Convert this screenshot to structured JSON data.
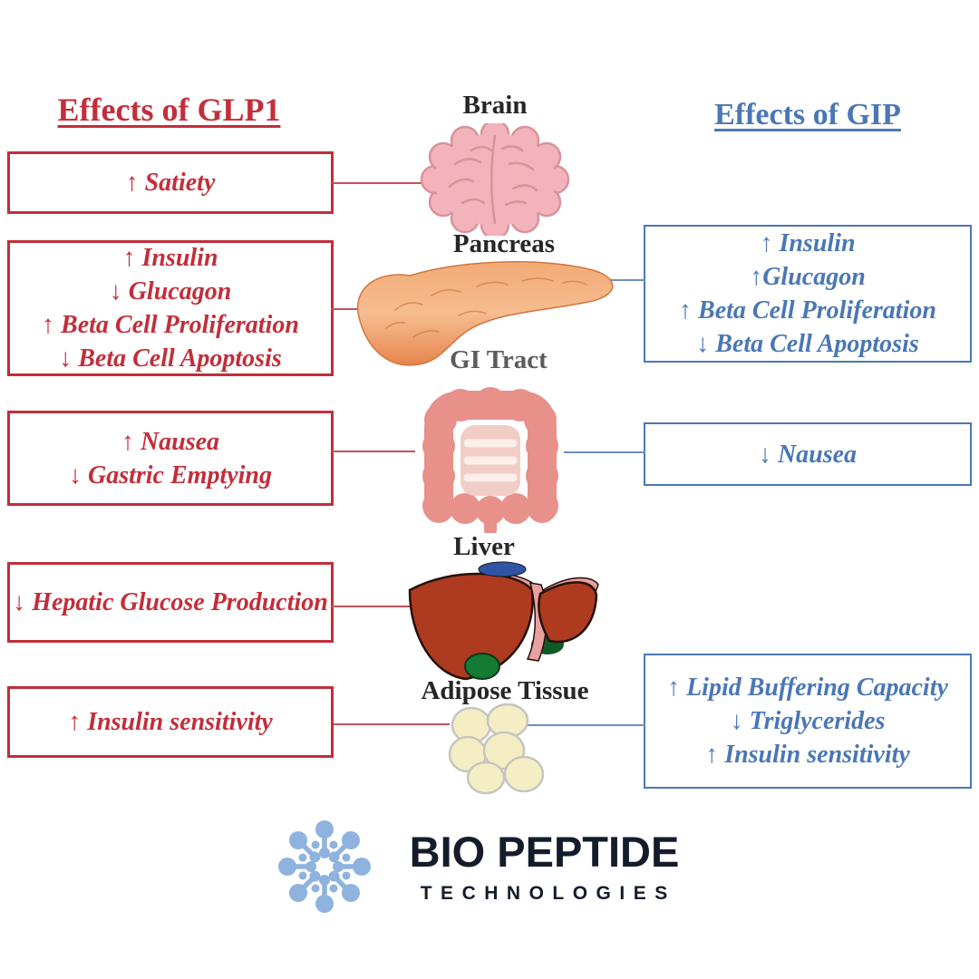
{
  "left": {
    "title": "Effects of GLP1",
    "color": "#c22e3a",
    "boxes": [
      {
        "target": "brain",
        "lines": [
          "↑ Satiety"
        ]
      },
      {
        "target": "pancreas",
        "lines": [
          "↑ Insulin",
          "↓ Glucagon",
          "↑ Beta Cell Proliferation",
          "↓ Beta Cell Apoptosis"
        ]
      },
      {
        "target": "gi-tract",
        "lines": [
          "↑ Nausea",
          "↓ Gastric Emptying"
        ]
      },
      {
        "target": "liver",
        "lines": [
          "↓ Hepatic Glucose Production"
        ]
      },
      {
        "target": "adipose",
        "lines": [
          "↑ Insulin sensitivity"
        ]
      }
    ]
  },
  "right": {
    "title": "Effects of GIP",
    "color": "#4a77b5",
    "boxes": [
      {
        "target": "pancreas",
        "lines": [
          "↑ Insulin",
          "↑Glucagon",
          "↑ Beta Cell Proliferation",
          "↓ Beta Cell Apoptosis"
        ]
      },
      {
        "target": "gi-tract",
        "lines": [
          "↓ Nausea"
        ]
      },
      {
        "target": "adipose",
        "lines": [
          "↑ Lipid Buffering Capacity",
          "↓ Triglycerides",
          "↑ Insulin sensitivity"
        ]
      }
    ]
  },
  "organs": {
    "brain": {
      "label": "Brain"
    },
    "pancreas": {
      "label": "Pancreas"
    },
    "gi_tract": {
      "label": "GI Tract"
    },
    "liver": {
      "label": "Liver"
    },
    "adipose": {
      "label": "Adipose Tissue"
    }
  },
  "logo": {
    "brand": "BIO PEPTIDE",
    "subtitle": "TECHNOLOGIES",
    "icon": "molecule-snowflake-icon",
    "icon_color": "#8fb3df",
    "text_color": "#141c2c"
  }
}
